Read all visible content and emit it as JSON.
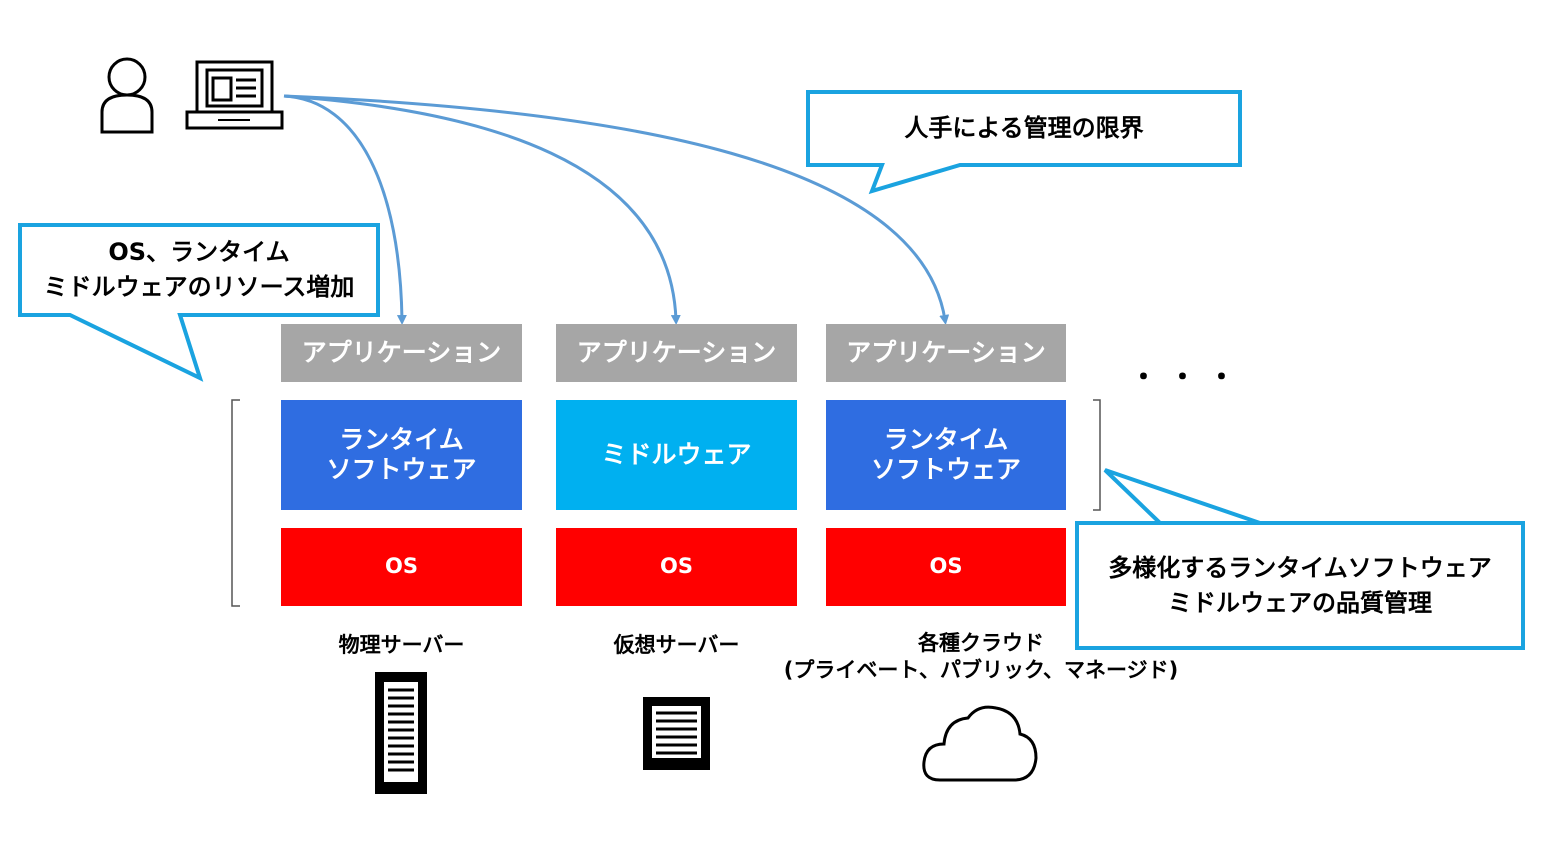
{
  "callouts": {
    "manual_limit": "人手による管理の限界",
    "resource_increase_line1": "OS、ランタイム",
    "resource_increase_line2": "ミドルウェアのリソース増加",
    "quality_line1": "多様化するランタイムソフトウェア",
    "quality_line2": "ミドルウェアの品質管理"
  },
  "stacks": [
    {
      "application": "アプリケーション",
      "middle_line1": "ランタイム",
      "middle_line2": "ソフトウェア",
      "os": "OS",
      "label": "物理サーバー",
      "icon": "server-rack-icon"
    },
    {
      "application": "アプリケーション",
      "middle": "ミドルウェア",
      "os": "OS",
      "label": "仮想サーバー",
      "icon": "virtual-server-icon"
    },
    {
      "application": "アプリケーション",
      "middle_line1": "ランタイム",
      "middle_line2": "ソフトウェア",
      "os": "OS",
      "label_line1": "各種クラウド",
      "label_line2": "(プライベート、パブリック、マネージド)",
      "icon": "cloud-icon"
    }
  ],
  "ellipsis": "･･･",
  "colors": {
    "application": "#a6a6a6",
    "runtime": "#2f6de1",
    "middleware": "#00b0f0",
    "os": "#ff0000",
    "callout_border": "#1aa3e0",
    "arrow": "#5b9bd5"
  },
  "icons": [
    "user-icon",
    "laptop-icon",
    "server-rack-icon",
    "virtual-server-icon",
    "cloud-icon"
  ]
}
